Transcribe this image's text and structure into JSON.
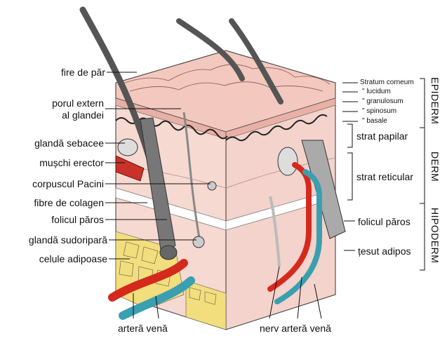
{
  "left_labels": [
    "fire de păr",
    "porul extern",
    "al glandei",
    "glandă sebacee",
    "mușchi erector",
    "corpuscul Pacini",
    "fibre de colagen",
    "folicul păros",
    "glandă sudoripară",
    "celule adipoase"
  ],
  "epidermis_layers": [
    "Stratum corneum",
    "\"  lucidum",
    "\"  granulosum",
    "\"  spinosum",
    "\"  basale"
  ],
  "right_labels": {
    "strat_papilar": "strat papilar",
    "strat_reticular": "strat reticular",
    "folicul_paros": "folicul păros",
    "tesut_adipos": "țesut adipos"
  },
  "regions": {
    "epiderm": "EPIDERM",
    "derm": "DERM",
    "hipoderm": "HIPODERM"
  },
  "bottom_labels": {
    "left_artery_vein": "arteră venă",
    "right_nerve_artery_vein": "nerv arteră venă"
  },
  "colors": {
    "epidermis": "#f2cdc2",
    "dermis": "#f6d8d0",
    "hair": "#555555",
    "artery": "#d42a1e",
    "vein": "#3a9fb0",
    "fat": "#f2de7c",
    "muscle": "#c8322a"
  }
}
